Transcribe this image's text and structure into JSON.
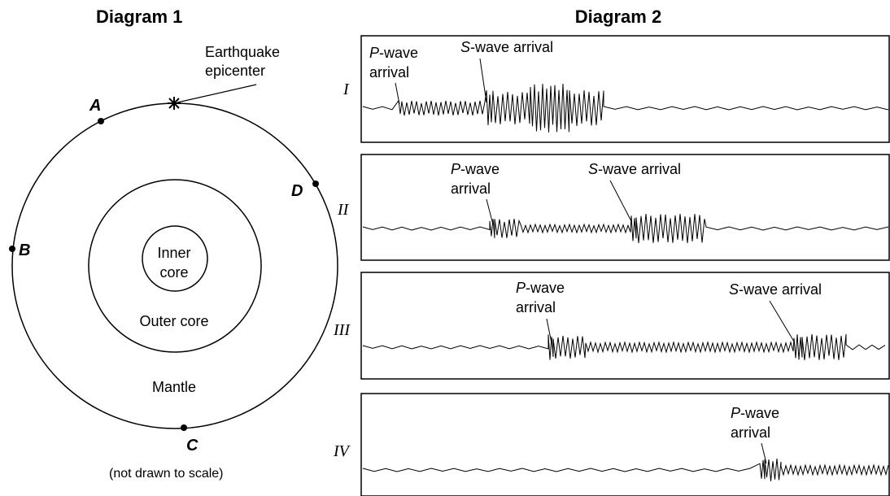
{
  "diagram1": {
    "title": "Diagram 1",
    "epicenter_label_line1": "Earthquake",
    "epicenter_label_line2": "epicenter",
    "layers": {
      "inner_core_line1": "Inner",
      "inner_core_line2": "core",
      "outer_core": "Outer core",
      "mantle": "Mantle"
    },
    "stations": [
      "A",
      "B",
      "C",
      "D"
    ],
    "note": "(not drawn to scale)"
  },
  "diagram2": {
    "title": "Diagram 2",
    "rows": [
      {
        "roman": "I",
        "p_label": {
          "letter": "P",
          "rest": "-wave",
          "line2": "arrival"
        },
        "s_label": {
          "letter": "S",
          "rest": "-wave arrival"
        }
      },
      {
        "roman": "II",
        "p_label": {
          "letter": "P",
          "rest": "-wave",
          "line2": "arrival"
        },
        "s_label": {
          "letter": "S",
          "rest": "-wave arrival"
        }
      },
      {
        "roman": "III",
        "p_label": {
          "letter": "P",
          "rest": "-wave",
          "line2": "arrival"
        },
        "s_label": {
          "letter": "S",
          "rest": "-wave arrival"
        }
      },
      {
        "roman": "IV",
        "p_label": {
          "letter": "P",
          "rest": "-wave",
          "line2": "arrival"
        }
      }
    ]
  }
}
